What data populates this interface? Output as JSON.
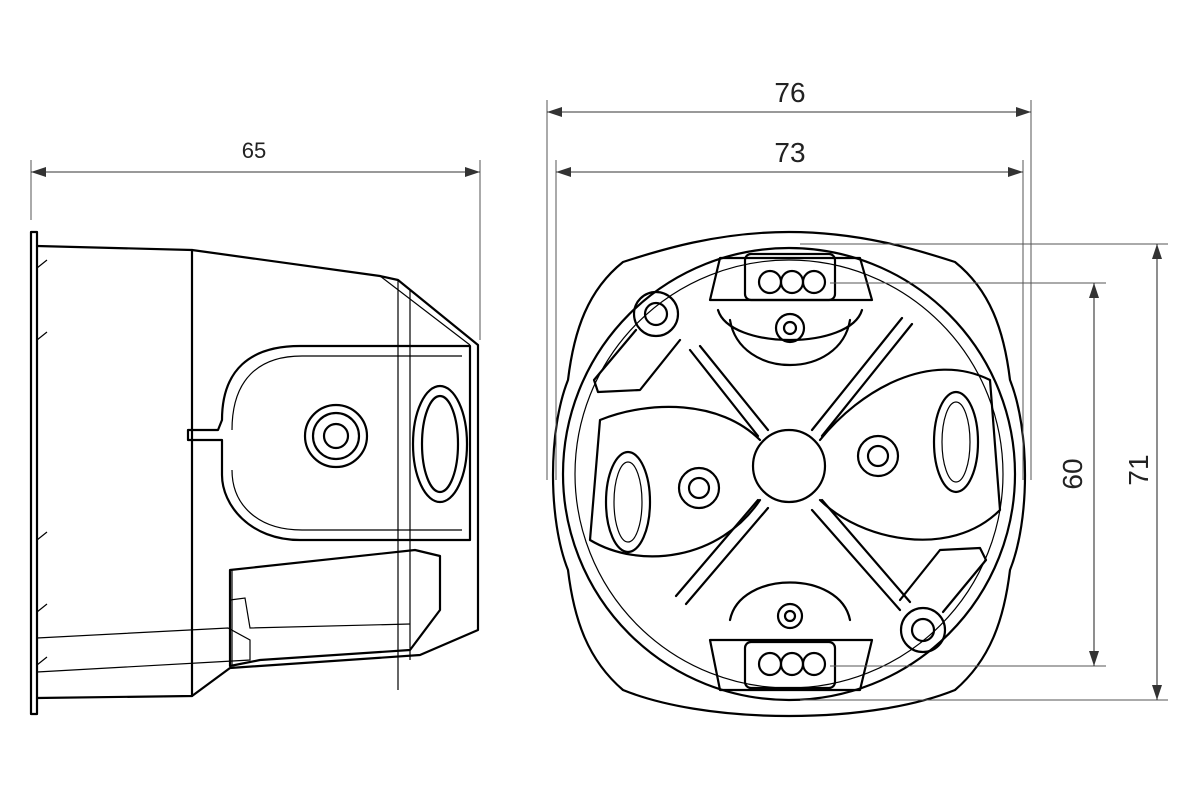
{
  "dimensions": {
    "side_depth": "65",
    "outer_diameter": "76",
    "inner_diameter": "73",
    "inner_height": "60",
    "outer_height": "71"
  }
}
